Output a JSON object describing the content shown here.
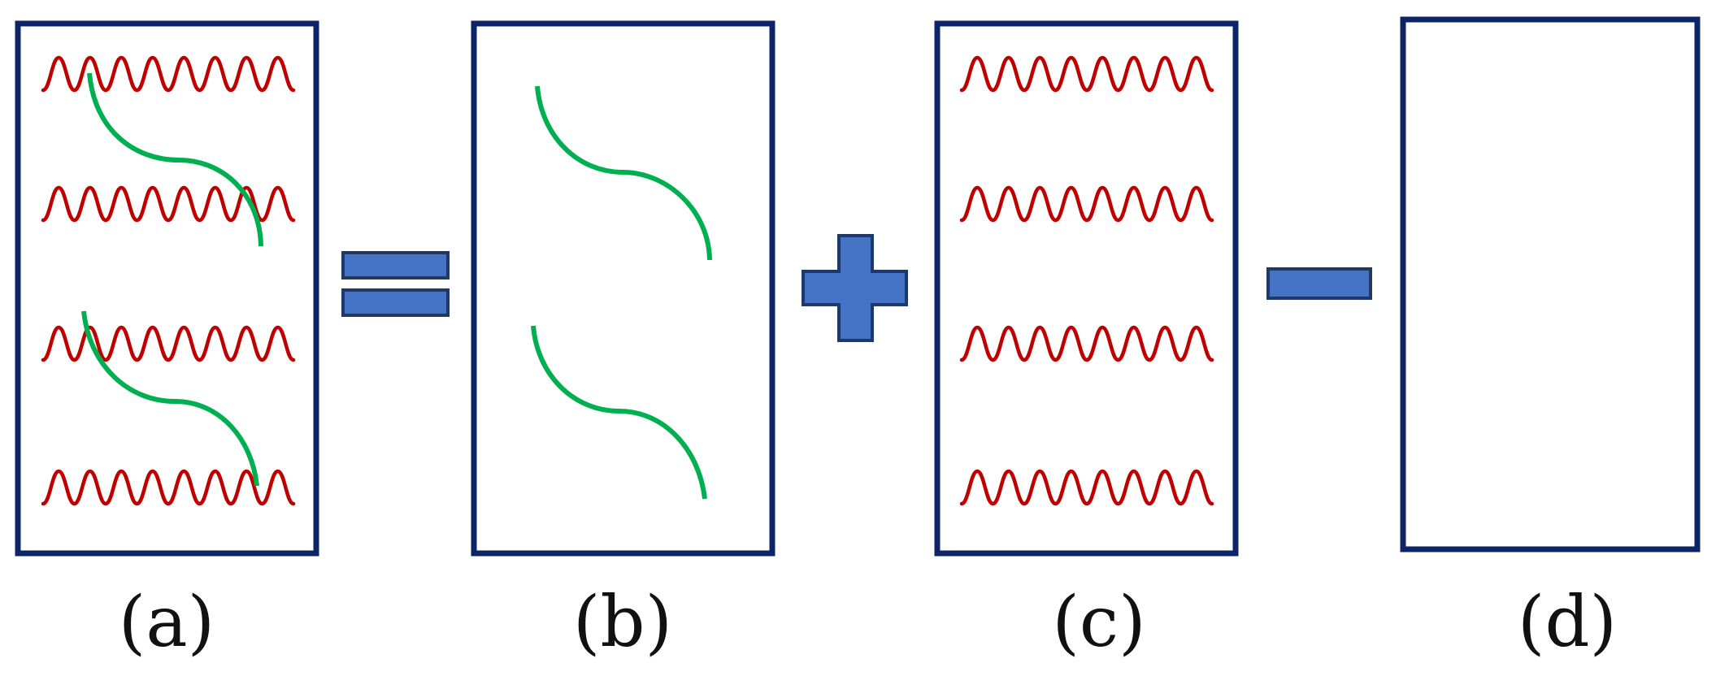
{
  "figure": {
    "panels": [
      {
        "id": "a",
        "label": "(a)",
        "contents": [
          "wavy-chains",
          "curved-strands"
        ]
      },
      {
        "id": "b",
        "label": "(b)",
        "contents": [
          "curved-strands"
        ]
      },
      {
        "id": "c",
        "label": "(c)",
        "contents": [
          "wavy-chains"
        ]
      },
      {
        "id": "d",
        "label": "(d)",
        "contents": []
      }
    ],
    "operators": [
      "equals",
      "plus",
      "minus"
    ],
    "colors": {
      "frame": "#0d2466",
      "wavy_chain": "#c00000",
      "curved_strand": "#00b050",
      "operator_fill": "#4472c4",
      "operator_outline": "#1f3864",
      "label_text": "#111111"
    },
    "icons": {
      "equals": "equals-sign-icon",
      "plus": "plus-sign-icon",
      "minus": "minus-sign-icon"
    }
  }
}
